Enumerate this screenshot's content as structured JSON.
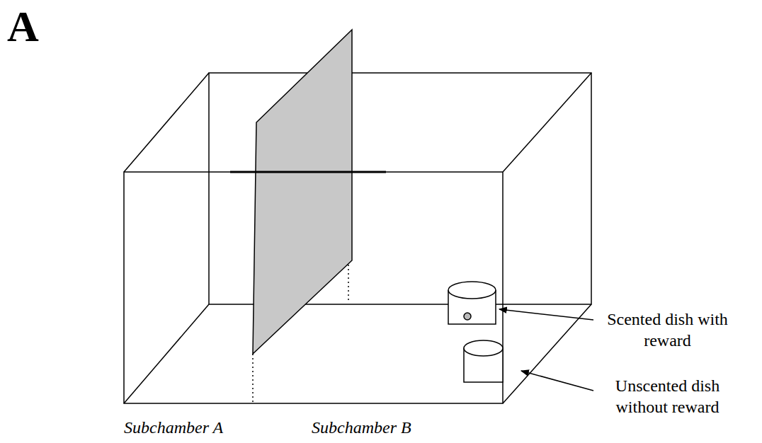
{
  "diagram": {
    "labels": [
      "A",
      "Subchamber A",
      "Subchamber B",
      "Scented dish with reward",
      "Unscented dish without reward"
    ]
  }
}
